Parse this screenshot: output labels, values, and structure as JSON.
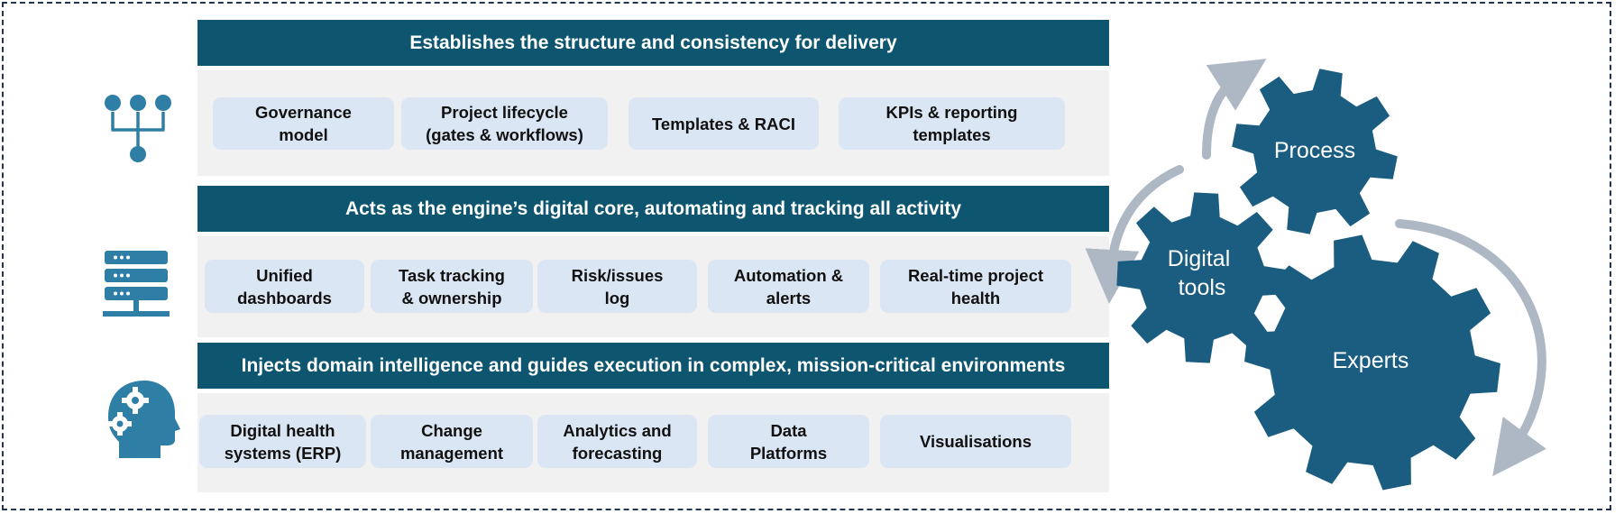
{
  "rows": [
    {
      "header": "Establishes the structure and consistency for delivery",
      "items": [
        "Governance\nmodel",
        "Project lifecycle\n(gates & workflows)",
        "Templates & RACI",
        "KPIs & reporting\ntemplates"
      ]
    },
    {
      "header": "Acts as the engine’s digital core, automating and tracking all activity",
      "items": [
        "Unified\ndashboards",
        "Task tracking\n& ownership",
        "Risk/issues\nlog",
        "Automation &\nalerts",
        "Real-time project\nhealth"
      ]
    },
    {
      "header": "Injects domain intelligence and guides execution in complex, mission-critical environments",
      "items": [
        "Digital health\nsystems (ERP)",
        "Change\nmanagement",
        "Analytics and\nforecasting",
        "Data\nPlatforms",
        "Visualisations"
      ]
    }
  ],
  "gears": {
    "process": "Process",
    "digital_tools": "Digital\ntools",
    "experts": "Experts"
  },
  "colors": {
    "header_bg": "#0e5670",
    "band_bg": "#f1f1f1",
    "pill_bg": "#dbe6f4",
    "icon": "#2e7ea6",
    "gear": "#1a5d80",
    "arrow": "#aeb8c4",
    "frame": "#22344f"
  }
}
